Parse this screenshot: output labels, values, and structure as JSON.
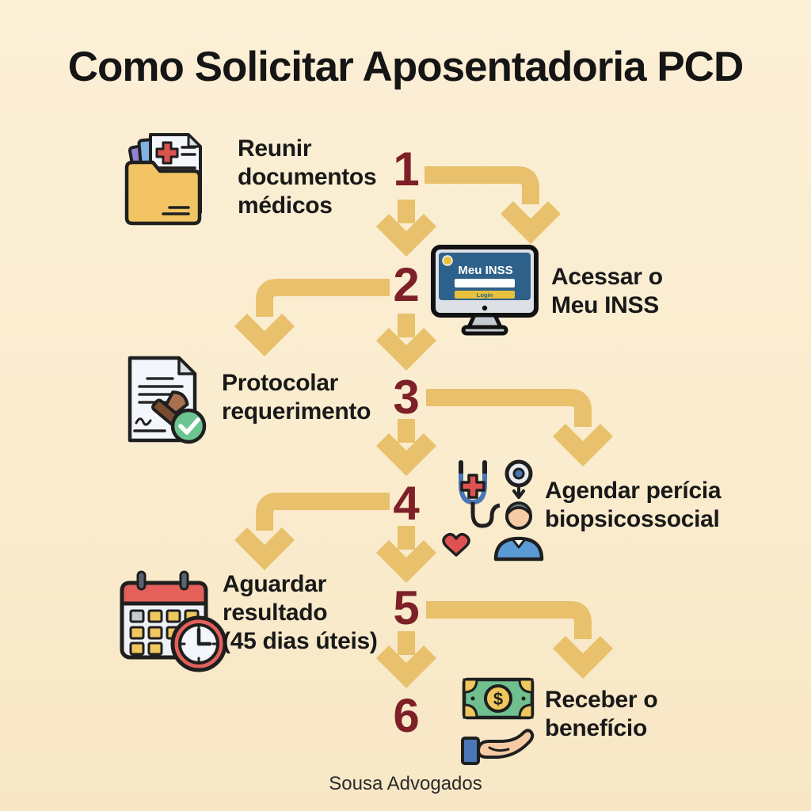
{
  "title": "Como Solicitar Aposentadoria PCD",
  "brand": "Sousa Advogados",
  "steps": [
    {
      "number": "1",
      "label": "Reunir documentos médicos",
      "lines": [
        "Reunir",
        "documentos",
        "médicos"
      ],
      "icon": "medical-documents-folder"
    },
    {
      "number": "2",
      "label": "Acessar o Meu INSS",
      "lines": [
        "Acessar o",
        "Meu INSS"
      ],
      "icon": "meu-inss-monitor"
    },
    {
      "number": "3",
      "label": "Protocolar requerimento",
      "lines": [
        "Protocolar",
        "requerimento"
      ],
      "icon": "stamped-document"
    },
    {
      "number": "4",
      "label": "Agendar perícia biopsicossocial",
      "lines": [
        "Agendar perícia",
        "biopsicossocial"
      ],
      "icon": "biopsychosocial-exam"
    },
    {
      "number": "5",
      "label": "Aguardar resultado (45 dias úteis)",
      "lines": [
        "Aguardar",
        "resultado",
        "(45 dias úteis)"
      ],
      "icon": "calendar-clock"
    },
    {
      "number": "6",
      "label": "Receber o benefício",
      "lines": [
        "Receber o",
        "benefício"
      ],
      "icon": "money-in-hand"
    }
  ],
  "monitor": {
    "screen_title": "Meu INSS",
    "login_button": "Login"
  },
  "colors": {
    "background": "#FAECCE",
    "arrow": "#E9C06B",
    "step_number": "#7D2027",
    "text": "#191919",
    "monitor_screen": "#2E6189",
    "accent_yellow": "#E8C23C",
    "accent_red": "#D9534F",
    "accent_green": "#6CC591"
  }
}
